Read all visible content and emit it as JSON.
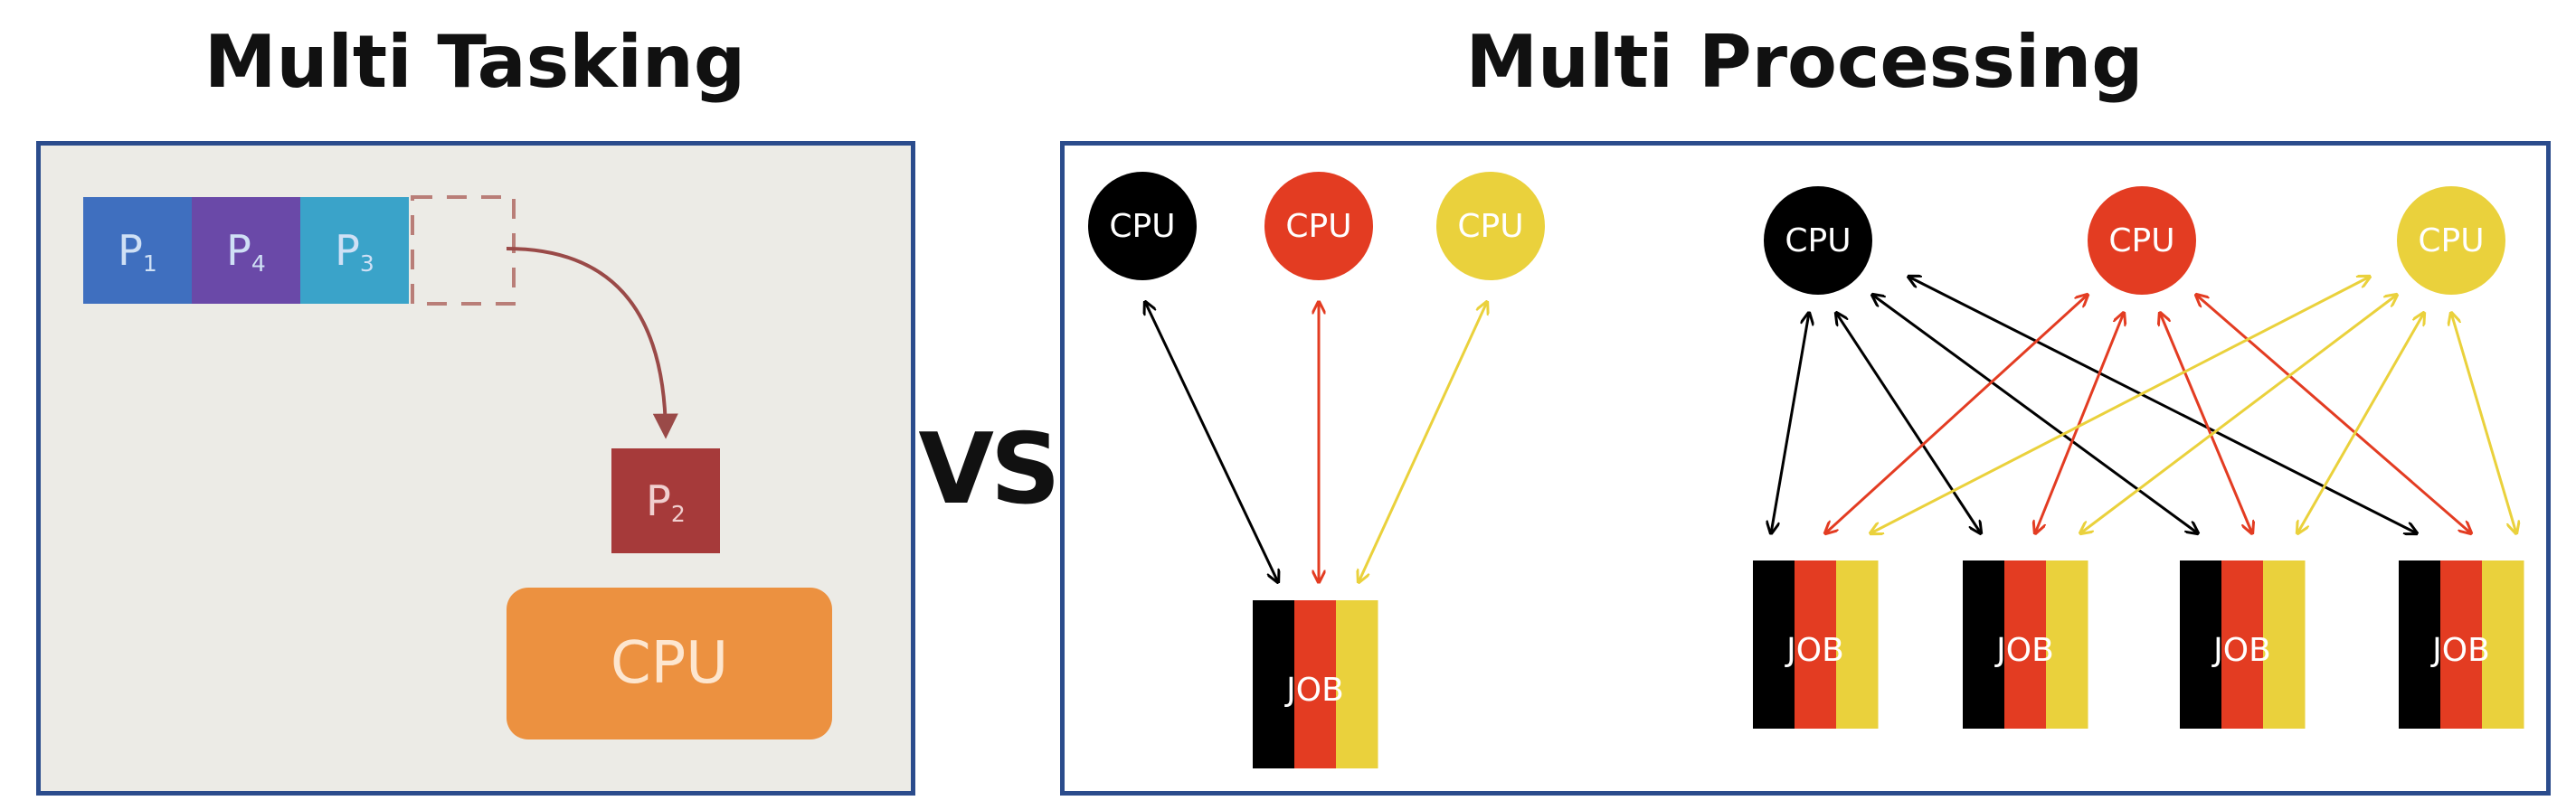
{
  "titles": {
    "left": "Multi Tasking",
    "right": "Multi Processing"
  },
  "vs_label": "VS",
  "multitasking": {
    "queue": [
      {
        "label": "P",
        "sub": "1",
        "color": "#3f6fbf"
      },
      {
        "label": "P",
        "sub": "4",
        "color": "#6a49a8"
      },
      {
        "label": "P",
        "sub": "3",
        "color": "#3aa3c9"
      }
    ],
    "running": {
      "label": "P",
      "sub": "2",
      "color": "#a63a3a"
    },
    "cpu": {
      "label": "CPU",
      "color": "#ec9140"
    }
  },
  "multiprocessing": {
    "cpu_label": "CPU",
    "job_label": "JOB",
    "colors": {
      "black": "#000000",
      "red": "#e33c22",
      "yellow": "#ead13c"
    },
    "single": {
      "cpus": [
        "black",
        "red",
        "yellow"
      ],
      "jobs": 1
    },
    "multi": {
      "cpus": [
        "black",
        "red",
        "yellow"
      ],
      "jobs": 4
    }
  }
}
